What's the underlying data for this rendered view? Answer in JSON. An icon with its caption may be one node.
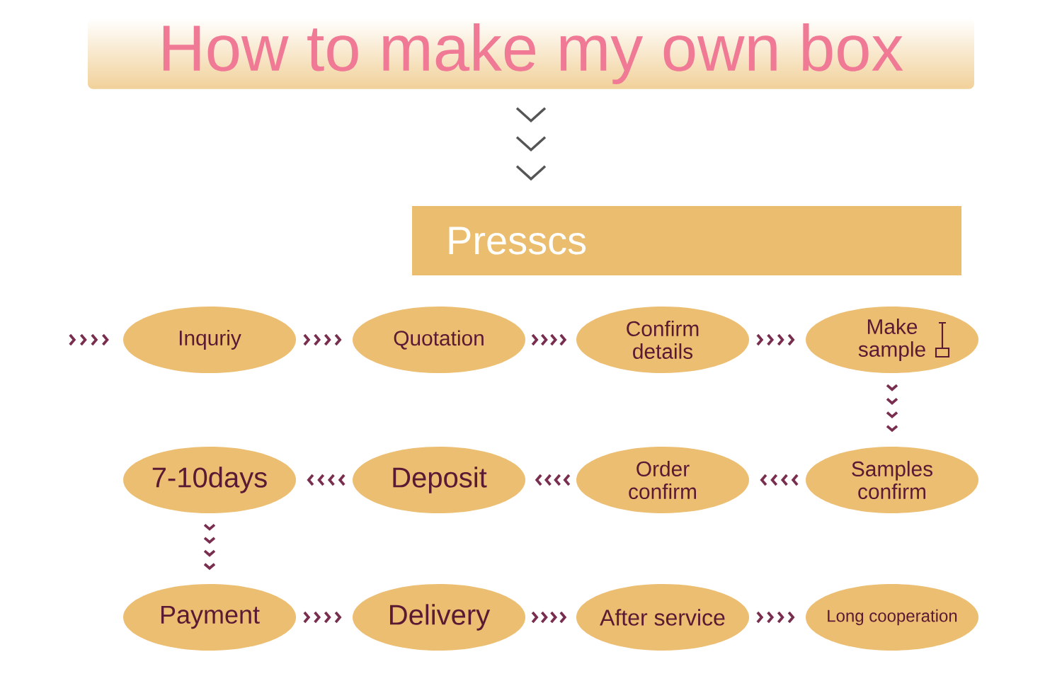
{
  "diagram": {
    "nodes": [
      {
        "text": [
          "How to make my own box"
        ]
      },
      {
        "text": [
          "Presscs"
        ]
      },
      {
        "text": [
          "Inquriy"
        ]
      },
      {
        "text": [
          "Quotation"
        ]
      },
      {
        "text": [
          "Confirm details"
        ]
      },
      {
        "text": [
          "Make sample"
        ]
      },
      {
        "text": [
          "7-10days"
        ]
      },
      {
        "text": [
          "Deposit"
        ]
      },
      {
        "text": [
          "Order confirm"
        ]
      },
      {
        "text": [
          "Samples confirm"
        ]
      },
      {
        "text": [
          "Payment"
        ]
      },
      {
        "text": [
          "Delivery"
        ]
      },
      {
        "text": [
          "After service"
        ]
      },
      {
        "text": [
          "Long cooperation"
        ]
      }
    ],
    "edges": [
      {
        "from": 0,
        "to": 1,
        "arrow": "to",
        "color": "#555555"
      },
      {
        "from": null,
        "to": 2,
        "arrow": "to"
      },
      {
        "from": 2,
        "to": 3,
        "arrow": "to"
      },
      {
        "from": 3,
        "to": 4,
        "arrow": "to"
      },
      {
        "from": 4,
        "to": 5,
        "arrow": "to"
      },
      {
        "from": 5,
        "to": 9,
        "arrow": "to"
      },
      {
        "from": 9,
        "to": 8,
        "arrow": "to"
      },
      {
        "from": 8,
        "to": 7,
        "arrow": "to"
      },
      {
        "from": 7,
        "to": 6,
        "arrow": "to"
      },
      {
        "from": 6,
        "to": 10,
        "arrow": "to"
      },
      {
        "from": 10,
        "to": 11,
        "arrow": "to"
      },
      {
        "from": 11,
        "to": 12,
        "arrow": "to"
      },
      {
        "from": 12,
        "to": 13,
        "arrow": "to"
      }
    ]
  }
}
